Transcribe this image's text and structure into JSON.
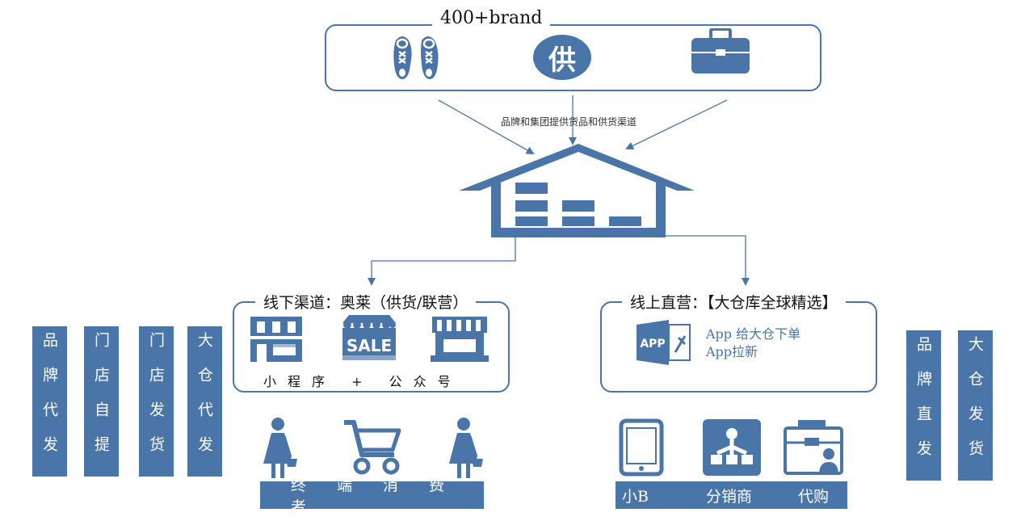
{
  "top_group": {
    "title": "400+brand",
    "supply_glyph": "供",
    "icons": [
      "shoes-icon",
      "supply-badge-icon",
      "briefcase-icon"
    ]
  },
  "supply_caption": "品牌和集团提供货品和供货渠道",
  "warehouse": {
    "icon": "warehouse-icon"
  },
  "offline": {
    "title": "线下渠道：奥莱（供货/联营）",
    "icons": [
      "store-icon",
      "sale-shop-icon",
      "market-stall-icon"
    ],
    "subtitle": "小程序 + 公众号",
    "consumer_label": "终端消费者",
    "consumer_icons": [
      "woman-shopper-icon",
      "shopping-cart-icon",
      "woman-shopper-icon"
    ],
    "side_bars": [
      {
        "label": "品牌代发"
      },
      {
        "label": "门店自提"
      },
      {
        "label": "门店发货"
      },
      {
        "label": "大仓代发"
      }
    ]
  },
  "online": {
    "title": "线上直营：【大仓库全球精选】",
    "app_badge": "APP",
    "app_line1": "App 给大仓下单",
    "app_line2": "App拉新",
    "bottom_labels": [
      "小B",
      "分销商",
      "代购"
    ],
    "bottom_icons": [
      "tablet-icon",
      "distribution-network-icon",
      "purchasing-agent-icon"
    ],
    "side_bars": [
      {
        "label": "品牌直发"
      },
      {
        "label": "大仓发货"
      }
    ]
  },
  "colors": {
    "accent": "#4a75a8",
    "background": "#ffffff"
  }
}
